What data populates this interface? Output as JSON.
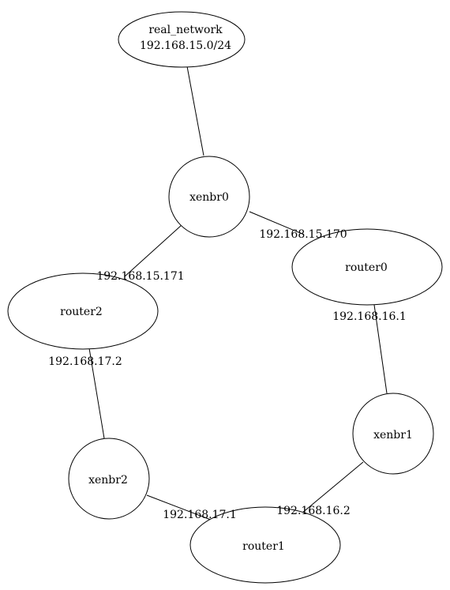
{
  "nodes": {
    "real_network": {
      "name": "real_network",
      "subnet": "192.168.15.0/24"
    },
    "xenbr0": {
      "name": "xenbr0"
    },
    "router0": {
      "name": "router0"
    },
    "router2": {
      "name": "router2"
    },
    "xenbr1": {
      "name": "xenbr1"
    },
    "xenbr2": {
      "name": "xenbr2"
    },
    "router1": {
      "name": "router1"
    }
  },
  "edges": {
    "real_network_xenbr0": {
      "from": "real_network",
      "to": "xenbr0",
      "label": ""
    },
    "xenbr0_router0": {
      "from": "xenbr0",
      "to": "router0",
      "label": "192.168.15.170"
    },
    "xenbr0_router2": {
      "from": "xenbr0",
      "to": "router2",
      "label": "192.168.15.171"
    },
    "router0_xenbr1": {
      "from": "router0",
      "to": "xenbr1",
      "label": "192.168.16.1"
    },
    "router2_xenbr2": {
      "from": "router2",
      "to": "xenbr2",
      "label": "192.168.17.2"
    },
    "xenbr1_router1": {
      "from": "xenbr1",
      "to": "router1",
      "label": "192.168.16.2"
    },
    "xenbr2_router1": {
      "from": "xenbr2",
      "to": "router1",
      "label": "192.168.17.1"
    }
  }
}
